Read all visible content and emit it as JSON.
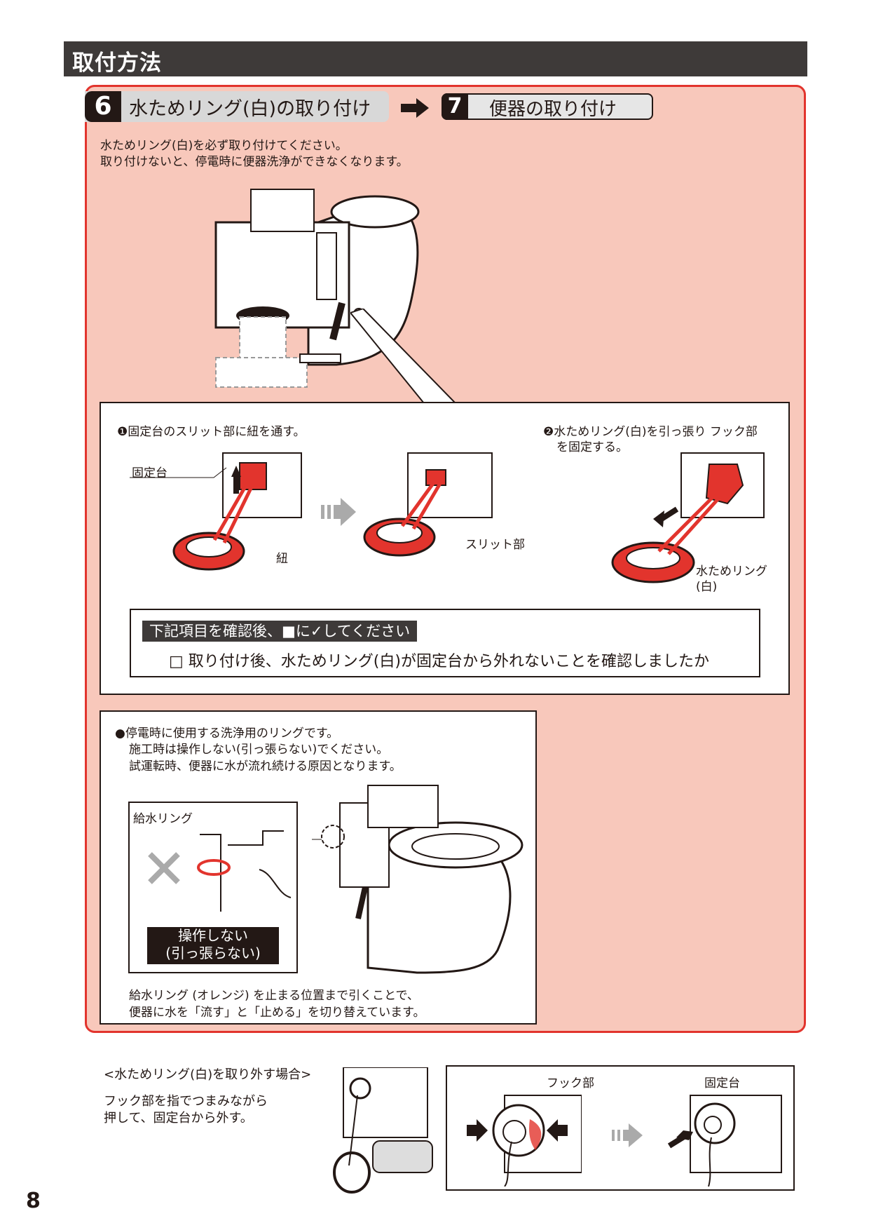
{
  "header": {
    "title": "取付方法"
  },
  "steps": {
    "step6": {
      "number": "6",
      "label": "水ためリング(白)の取り付け"
    },
    "step7": {
      "number": "7",
      "label": "便器の取り付け"
    }
  },
  "intro": {
    "line1": "水ためリング(白)を必ず取り付けてください。",
    "line2": "取り付けないと、停電時に便器洗浄ができなくなります。"
  },
  "procedure": {
    "step1": "❶固定台のスリット部に紐を通す。",
    "step2_line1": "❷水ためリング(白)を引っ張り フック部",
    "step2_line2": "を固定する。",
    "labels": {
      "base": "固定台",
      "string": "紐",
      "slit": "スリット部",
      "ring_line1": "水ためリング",
      "ring_line2": "(白)"
    }
  },
  "checklist": {
    "title": "下記項目を確認後、■に✓してください",
    "item": "□ 取り付け後、水ためリング(白)が固定台から外れないことを確認しましたか"
  },
  "caution": {
    "line1": "●停電時に使用する洗浄用のリングです。",
    "line2": "施工時は操作しない(引っ張らない)でください。",
    "line3": "試運転時、便器に水が流れ続ける原因となります。",
    "inset_label": "給水リング",
    "warn_line1": "操作しない",
    "warn_line2": "(引っ張らない)",
    "footer_line1": "給水リング (オレンジ) を止まる位置まで引くことで、",
    "footer_line2": "便器に水を「流す」と「止める」を切り替えています。"
  },
  "removal": {
    "title": "<水ためリング(白)を取り外す場合>",
    "text_line1": "フック部を指でつまみながら",
    "text_line2": "押して、固定台から外す。",
    "hook_label": "フック部",
    "base_label": "固定台"
  },
  "page_number": "8",
  "colors": {
    "accent_red": "#e2342d",
    "panel_pink": "#f8c8bb",
    "header_dark": "#3e3a39"
  }
}
